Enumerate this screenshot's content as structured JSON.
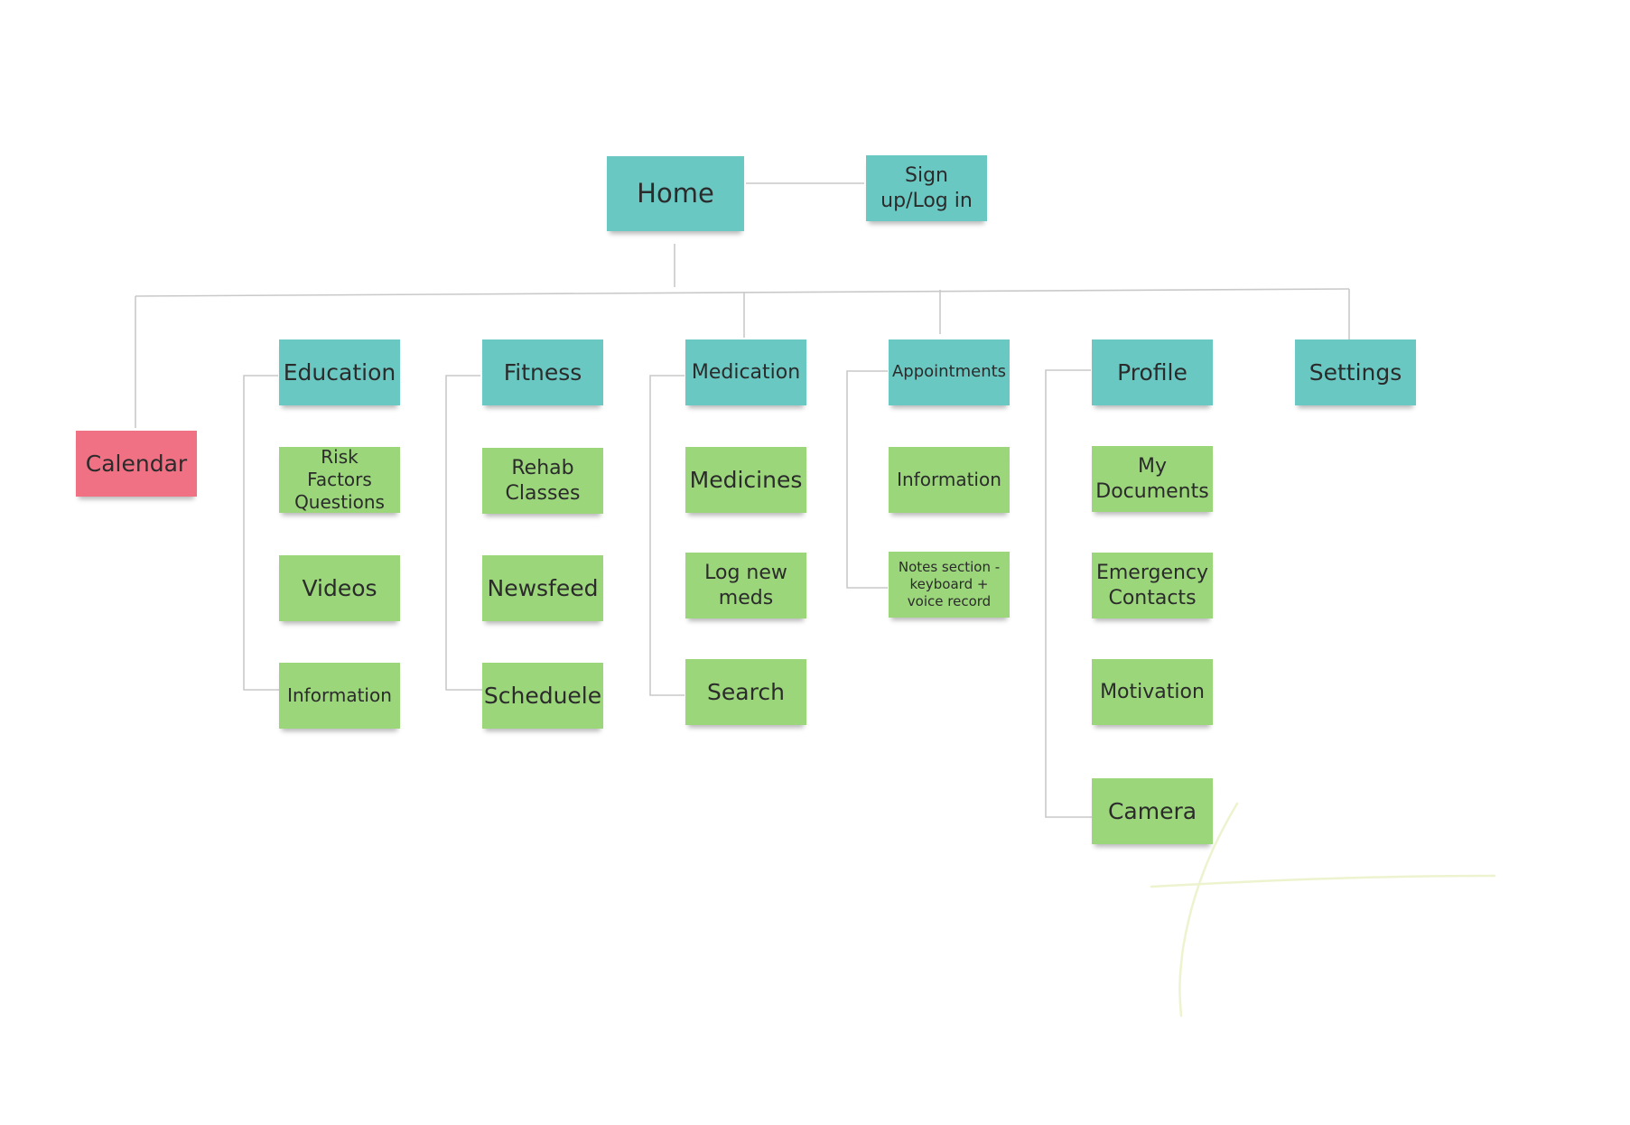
{
  "board": {
    "colors": {
      "primary_node": "#6ac8c3",
      "child_node": "#9bd67b",
      "highlight_node": "#f07183",
      "connector": "#c9c9c9"
    },
    "home": {
      "label": "Home"
    },
    "signup": {
      "label": "Sign up/Log in"
    },
    "calendar": {
      "label": "Calendar"
    },
    "sections": {
      "education": {
        "title": "Education",
        "children": [
          "Risk Factors Questions",
          "Videos",
          "Information"
        ]
      },
      "fitness": {
        "title": "Fitness",
        "children": [
          "Rehab Classes",
          "Newsfeed",
          "Scheduele"
        ]
      },
      "medication": {
        "title": "Medication",
        "children": [
          "Medicines",
          "Log new meds",
          "Search"
        ]
      },
      "appointments": {
        "title": "Appointments",
        "children": [
          "Information",
          "Notes section - keyboard + voice record"
        ]
      },
      "profile": {
        "title": "Profile",
        "children": [
          "My Documents",
          "Emergency Contacts",
          "Motivation",
          "Camera"
        ]
      },
      "settings": {
        "title": "Settings"
      }
    }
  }
}
